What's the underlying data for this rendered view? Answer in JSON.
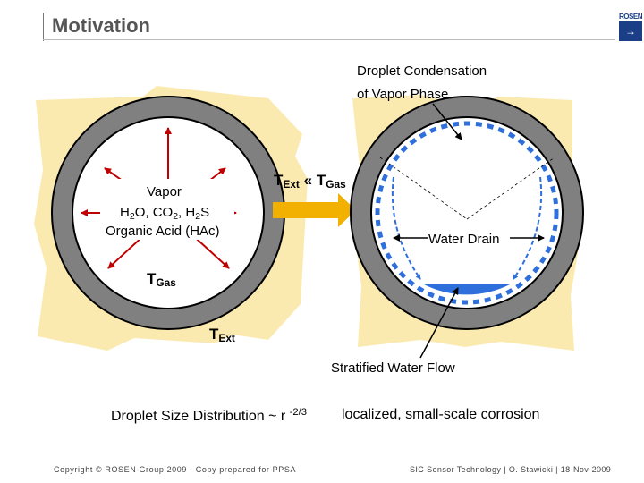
{
  "header": {
    "title": "Motivation",
    "logo_text": "ROSEN",
    "logo_icon": "arrow-right-icon"
  },
  "diagram": {
    "left_pipe": {
      "vapor_label": "Vapor",
      "composition_line": "H2O, CO2, H2S",
      "organic_acid": "Organic Acid (HAc)",
      "t_gas": "TGas",
      "t_ext": "TExt"
    },
    "transition": {
      "relation": "TExt « TGas"
    },
    "right_pipe": {
      "droplet_condensation_line1": "Droplet Condensation",
      "droplet_condensation_line2": "of Vapor Phase",
      "water_drain": "Water Drain",
      "stratified_flow": "Stratified Water Flow"
    },
    "bottom": {
      "droplet_size": "Droplet Size Distribution ~ r",
      "droplet_exponent": "-2/3",
      "corrosion": "localized, small-scale corrosion"
    },
    "colors": {
      "soil": "#fbeab0",
      "pipe_wall": "#808080",
      "pipe_outline": "#000000",
      "arrow_red": "#c00000",
      "water_blue": "#2f6fdb",
      "transition_arrow": "#f2b100"
    }
  },
  "footer": {
    "copyright": "Copyright © ROSEN Group 2009 - Copy prepared for PPSA",
    "credit": "SIC Sensor Technology | O. Stawicki | 18-Nov-2009"
  }
}
